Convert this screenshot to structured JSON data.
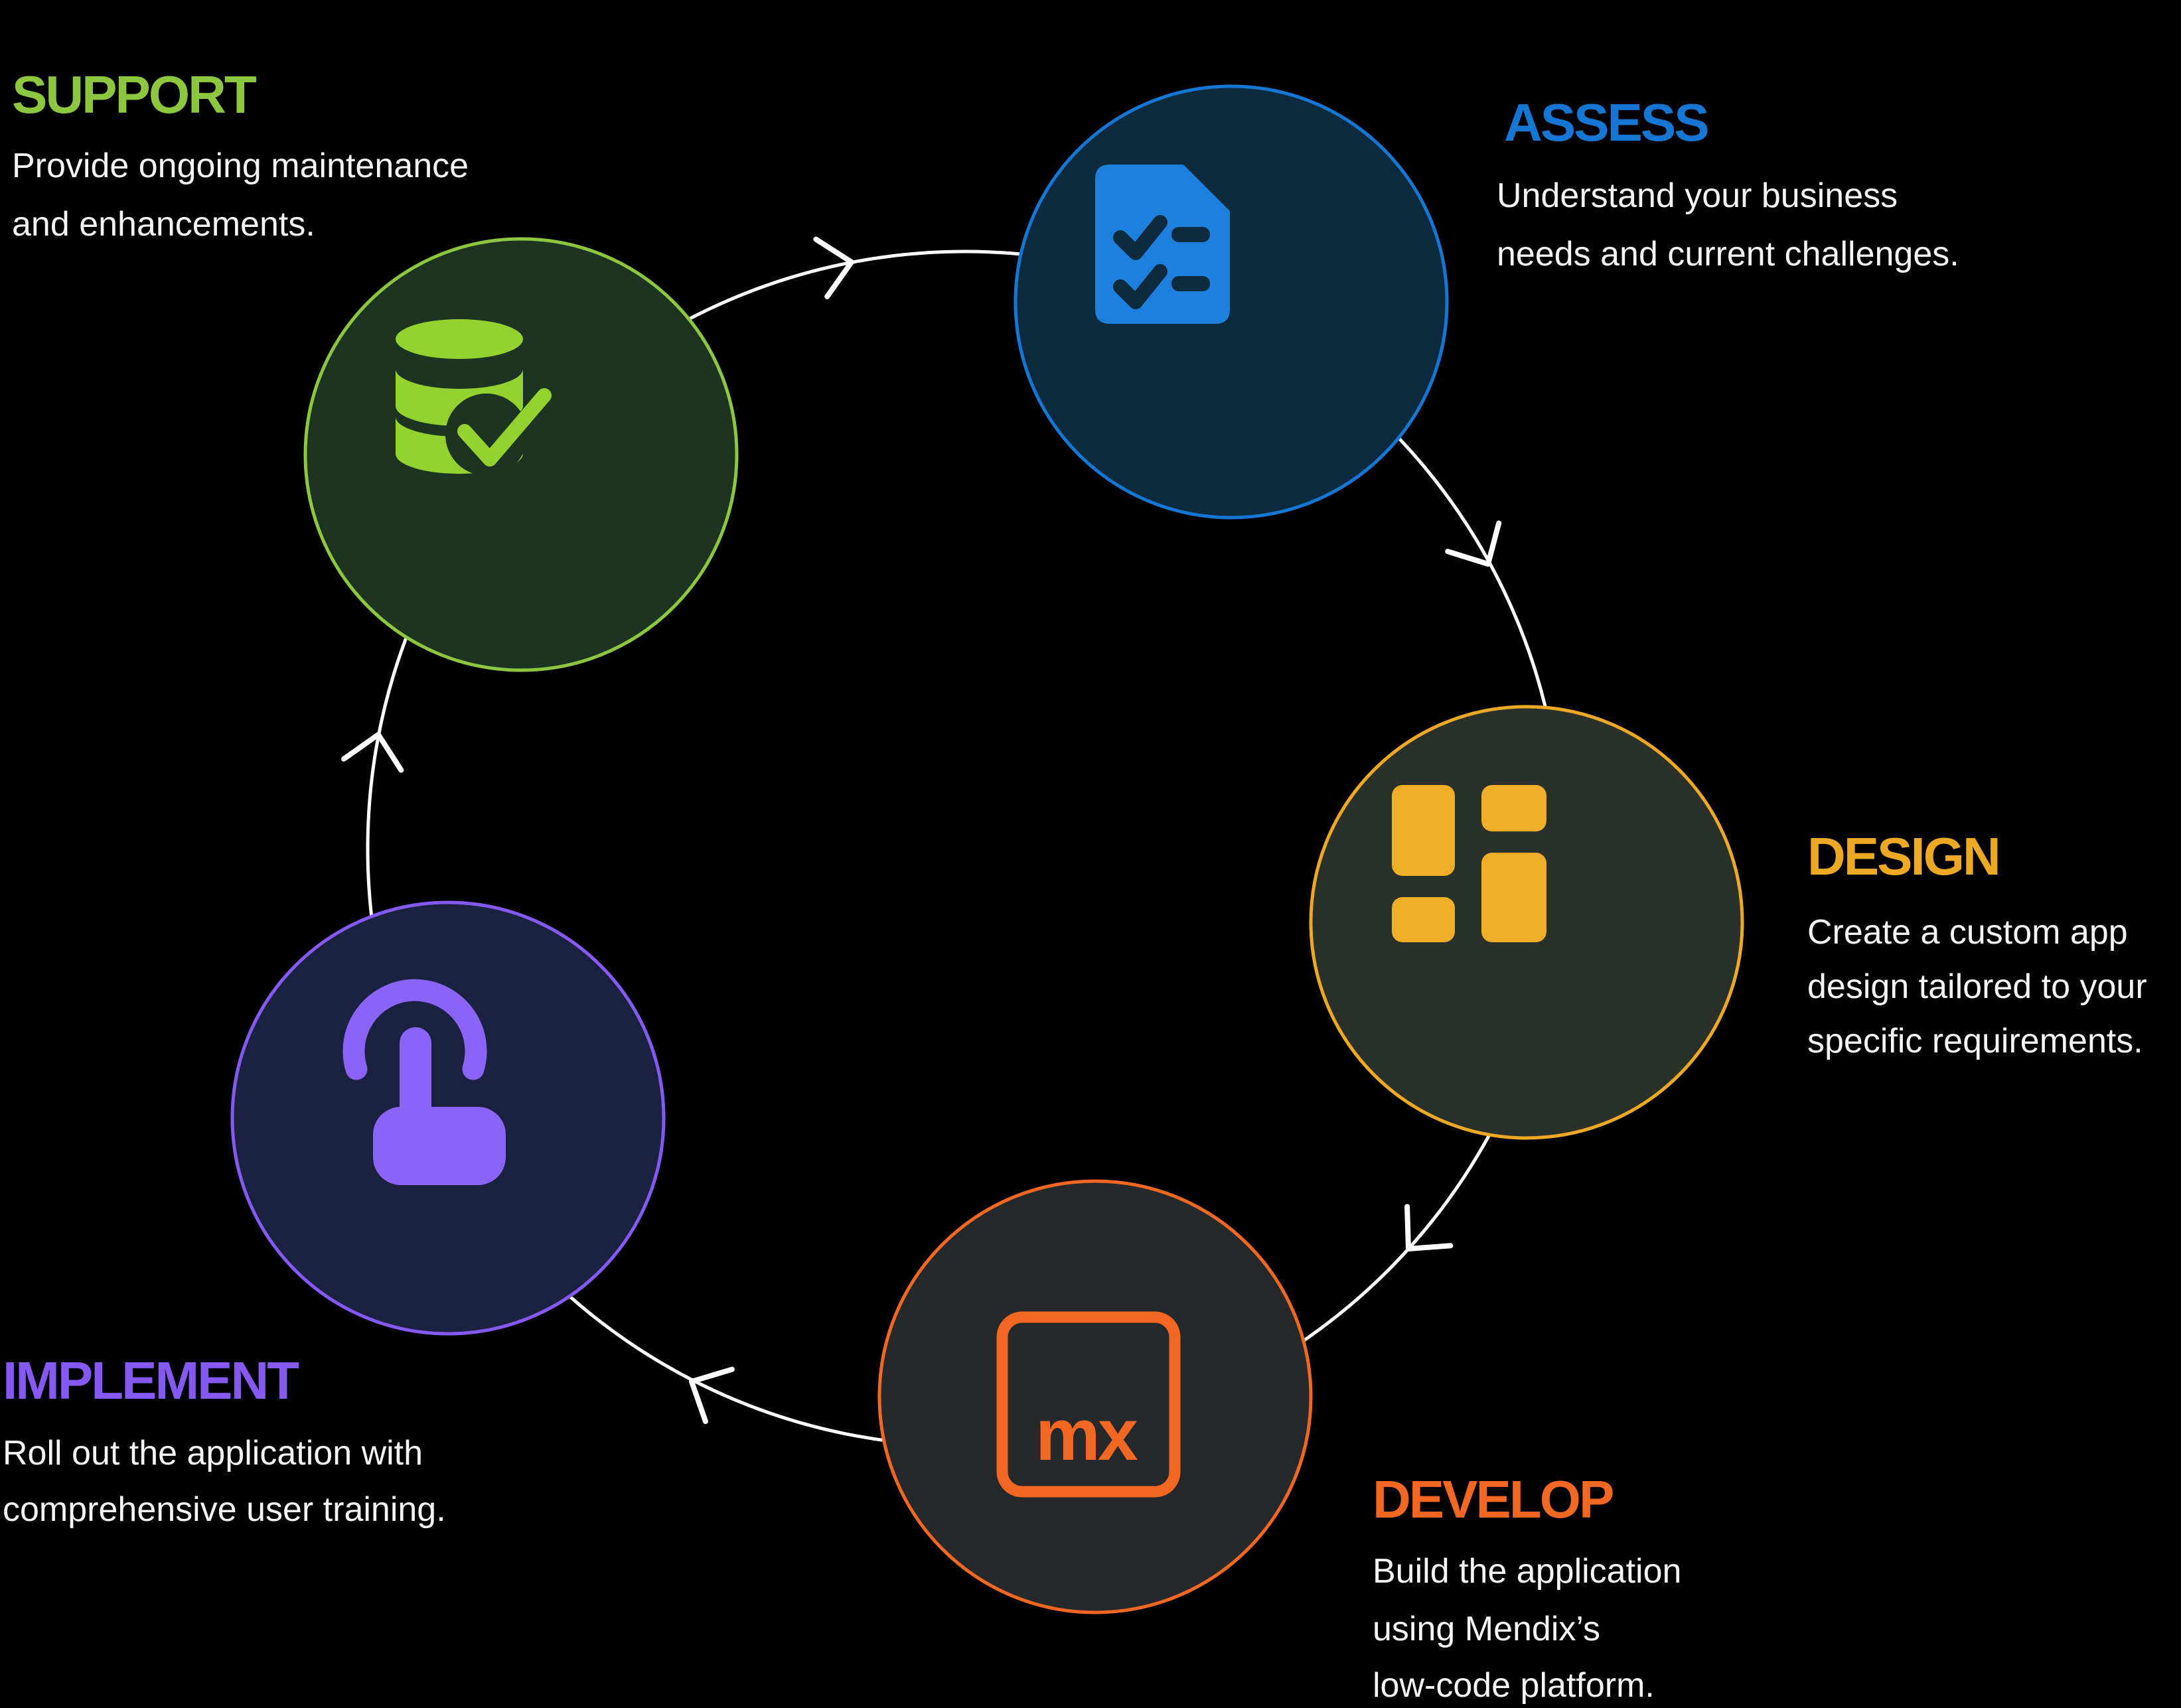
{
  "connector": {
    "color": "#ffffff"
  },
  "text_color": "#f5f5f5",
  "stages": [
    {
      "id": "support",
      "title": "SUPPORT",
      "desc_lines": [
        "Provide ongoing maintenance",
        "and enhancements."
      ],
      "accent": "#8dc63f",
      "icon_color": "#94d32f",
      "circle_fill": "#1d3423",
      "icon": "database-check-icon"
    },
    {
      "id": "assess",
      "title": "ASSESS",
      "desc_lines": [
        "Understand your business",
        "needs and current challenges."
      ],
      "accent": "#1577d3",
      "icon_color": "#1c80dc",
      "circle_fill": "#0d2a3f",
      "icon": "document-checklist-icon"
    },
    {
      "id": "design",
      "title": "DESIGN",
      "desc_lines": [
        "Create a custom app",
        "design tailored to your",
        "specific requirements."
      ],
      "accent": "#eda824",
      "icon_color": "#f0ad27",
      "circle_fill": "#2a312b",
      "icon": "layout-grid-icon"
    },
    {
      "id": "develop",
      "title": "DEVELOP",
      "desc_lines": [
        "Build the application",
        "using Mendix’s",
        "low-code platform."
      ],
      "icon_label": "mx",
      "accent": "#f26722",
      "icon_color": "#f26722",
      "circle_fill": "#26292b",
      "icon": "mendix-logo-icon"
    },
    {
      "id": "implement",
      "title": "IMPLEMENT",
      "desc_lines": [
        "Roll out the application with",
        "comprehensive user training."
      ],
      "accent": "#8659f5",
      "icon_color": "#8b63f7",
      "circle_fill": "#1a2240",
      "icon": "touch-tap-icon"
    }
  ]
}
